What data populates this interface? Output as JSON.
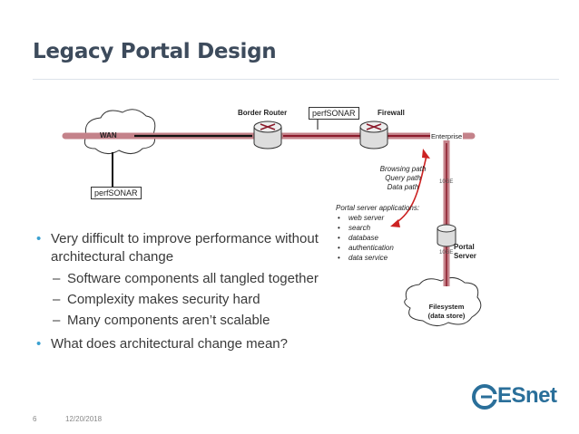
{
  "slide": {
    "title": "Legacy Portal Design",
    "page_number": "6",
    "date": "12/20/2018",
    "logo_text": "ESnet"
  },
  "diagram": {
    "wan": "WAN",
    "border_router": "Border Router",
    "perfsonar_top": "perfSONAR",
    "firewall": "Firewall",
    "enterprise": "Enterprise",
    "perfsonar_left": "perfSONAR",
    "paths": [
      "Browsing path",
      "Query path",
      "Data path"
    ],
    "link_upper": "10GE",
    "link_lower": "10GE",
    "apps_heading": "Portal server applications:",
    "apps": [
      "web server",
      "search",
      "database",
      "authentication",
      "data service"
    ],
    "portal_server": [
      "Portal",
      "Server"
    ],
    "filesystem": [
      "Filesystem",
      "(data store)"
    ]
  },
  "bullets": [
    {
      "text": "Very difficult to improve performance without architectural change",
      "sub": [
        "Software components all tangled together",
        "Complexity makes security hard",
        "Many components aren’t scalable"
      ]
    },
    {
      "text": "What does architectural change mean?",
      "sub": []
    }
  ],
  "colors": {
    "title": "#3d4b5c",
    "bullet": "#3aa0d0",
    "path_highlight": "#c4828a",
    "path_core": "#8b1a2b",
    "arrow": "#cc2222",
    "logo": "#2a6f9a"
  }
}
